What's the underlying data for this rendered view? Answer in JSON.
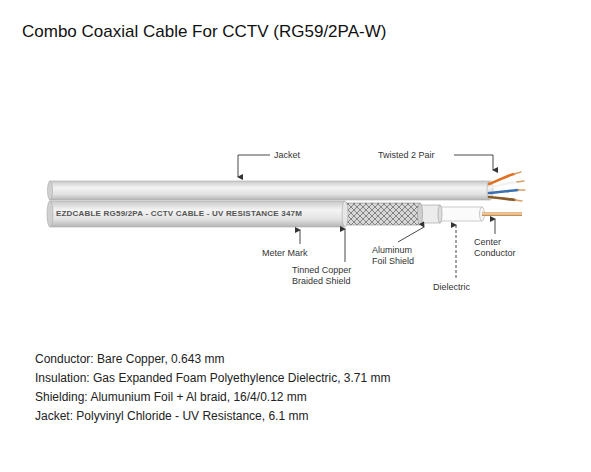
{
  "diagram": {
    "title": "Combo Coaxial Cable For CCTV (RG59/2PA-W)",
    "labels": [
      "Jacket",
      "Twisted 2 Pair",
      "EZDCABLE RG59/2PA - CCTV CABLE - UV RESISTANCE 347M",
      "Meter Mark",
      "Tinned Copper Braided Shield",
      "Aluminum Foil Shield",
      "Center Conductor",
      "Dielectric",
      "Conductor: Bare Copper, 0.643 mm",
      "Insulation: Gas Expanded Foam Polyethylence Dielectric, 3.71 mm",
      "Shielding: Alumunium Foil + Al braid, 16/4/0.12 mm",
      "Jacket: Polyvinyl Chloride - UV Resistance, 6.1 mm"
    ]
  }
}
